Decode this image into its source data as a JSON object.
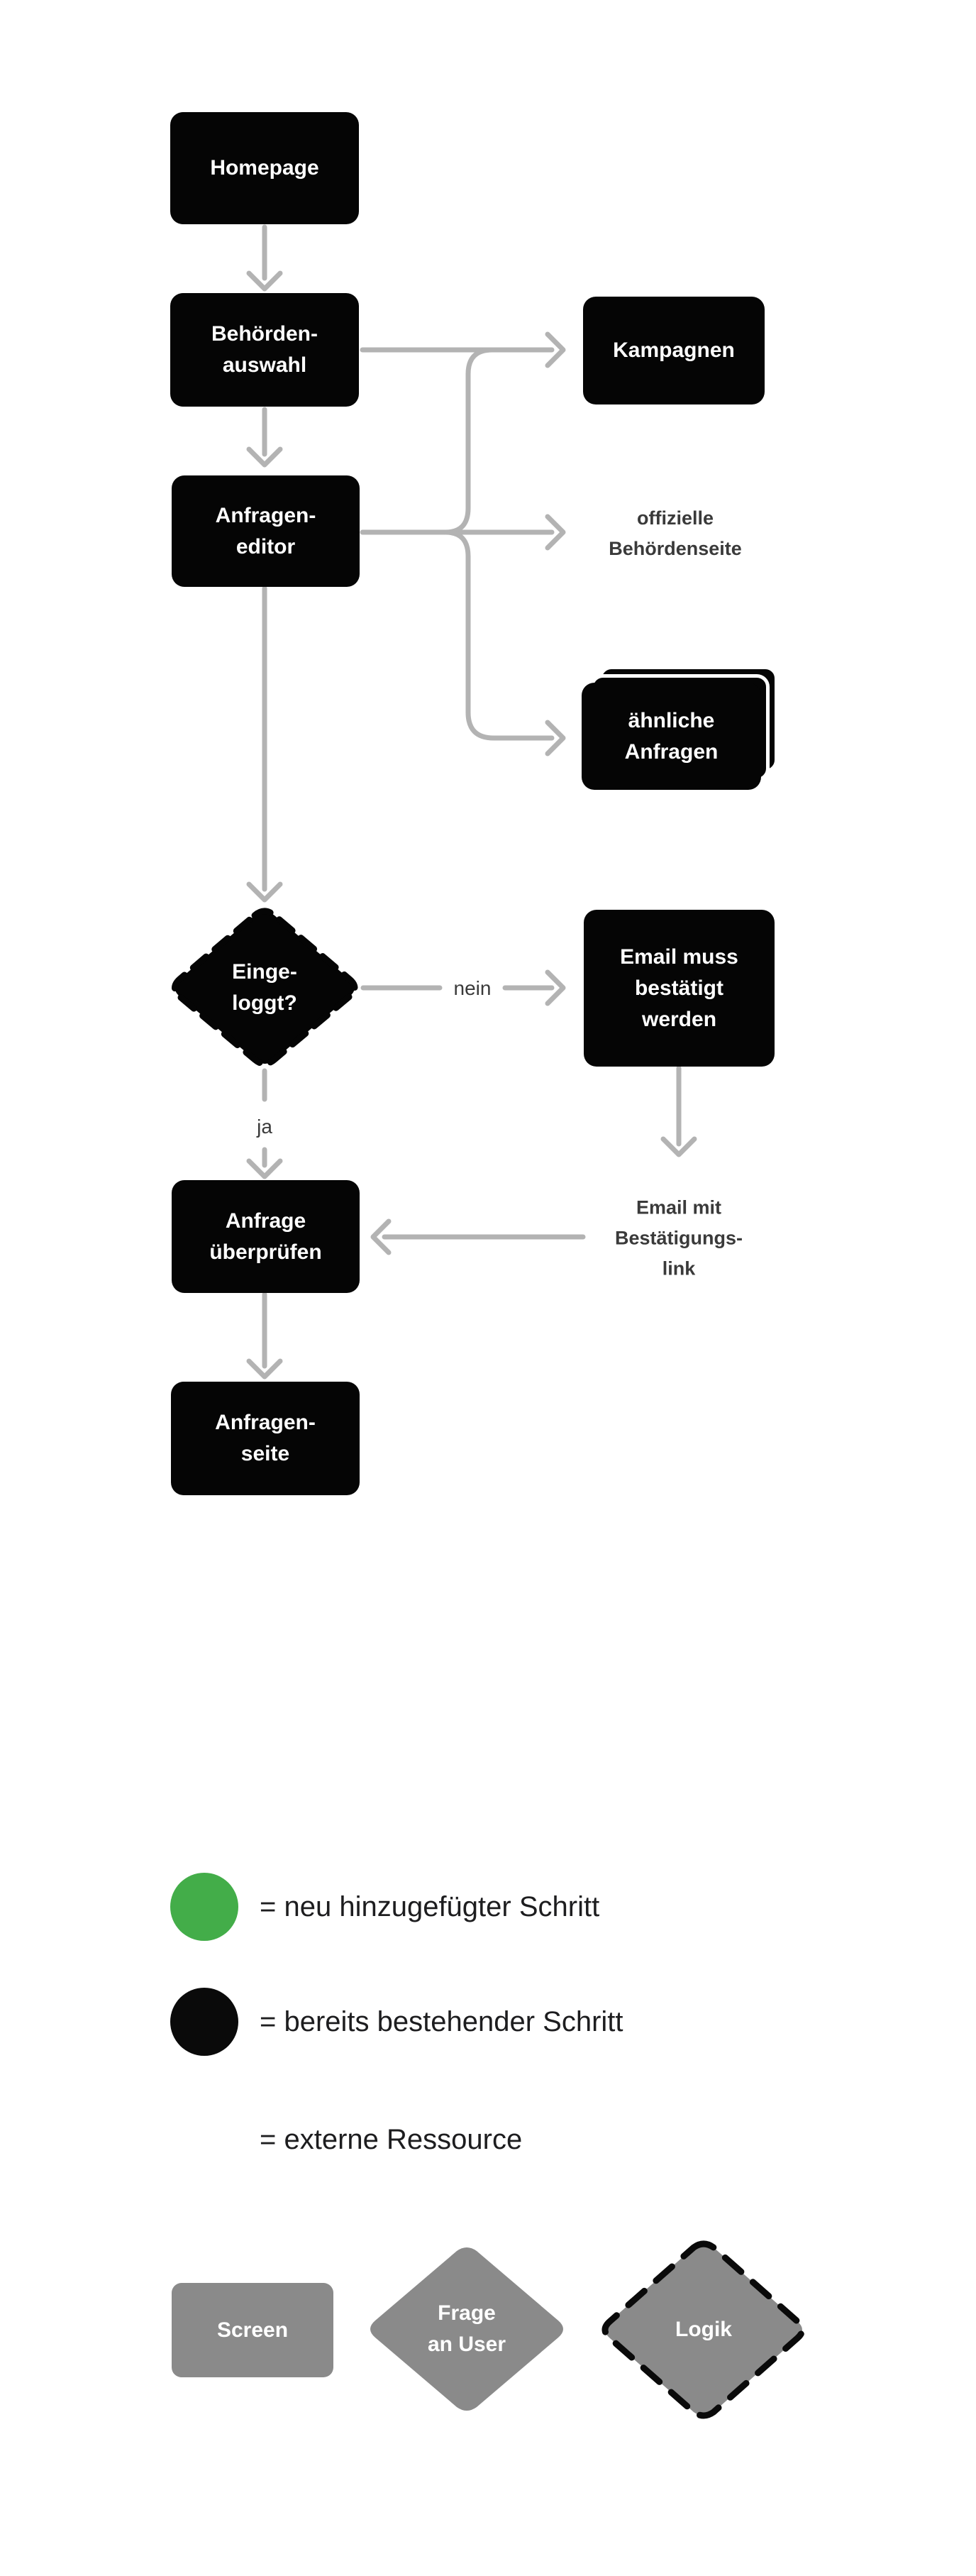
{
  "diagram_title": "FOI request flow (Figma-style flowchart)",
  "nodes": {
    "homepage": {
      "lines": [
        "Homepage"
      ]
    },
    "behoerdenauswahl": {
      "lines": [
        "Behörden-",
        "auswahl"
      ]
    },
    "anfrageneditor": {
      "lines": [
        "Anfragen-",
        "editor"
      ]
    },
    "kampagnen": {
      "lines": [
        "Kampagnen"
      ]
    },
    "aehnliche_anfragen": {
      "lines": [
        "ähnliche",
        "Anfragen"
      ]
    },
    "eingeloggt": {
      "lines": [
        "Einge-",
        "loggt?"
      ]
    },
    "email_muss": {
      "lines": [
        "Email muss",
        "bestätigt",
        "werden"
      ]
    },
    "anfrage_ueberpruefen": {
      "lines": [
        "Anfrage",
        "überprüfen"
      ]
    },
    "anfragenseite": {
      "lines": [
        "Anfragen-",
        "seite"
      ]
    }
  },
  "external_labels": {
    "offizielle_behoerdenseite": {
      "lines": [
        "offizielle",
        "Behördenseite"
      ]
    },
    "email_mit_link": {
      "lines": [
        "Email mit",
        "Bestätigungs-",
        "link"
      ]
    }
  },
  "edge_labels": {
    "nein": "nein",
    "ja": "ja"
  },
  "legend": {
    "items": [
      {
        "icon": "green-circle",
        "label": "= neu hinzugefügter Schritt"
      },
      {
        "icon": "black-circle",
        "label": "= bereits bestehender Schritt"
      },
      {
        "icon": "none",
        "label": "= externe Ressource"
      }
    ]
  },
  "shape_key": {
    "screen": {
      "lines": [
        "Screen"
      ]
    },
    "frage_an_user": {
      "lines": [
        "Frage",
        "an User"
      ]
    },
    "logik": {
      "lines": [
        "Logik"
      ]
    }
  },
  "colors": {
    "node_black": "#050505",
    "connector_gray": "#b3b3b3",
    "side_label_gray": "#3a3a3a",
    "legend_text": "#1d1d1f",
    "shape_gray": "#8a8a8a",
    "new_step_green": "#43ad49",
    "background": "#ffffff",
    "node_text": "#ffffff"
  }
}
